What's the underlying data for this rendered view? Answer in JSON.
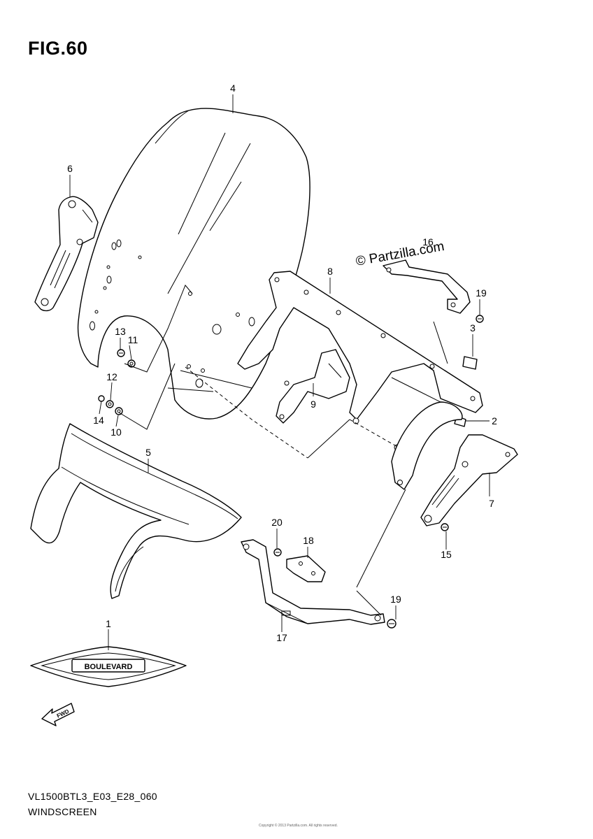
{
  "figure": {
    "title": "FIG.60",
    "model_code": "VL1500BTL3_E03_E28_060",
    "section_name": "WINDSCREEN",
    "watermark": "© Partzilla.com",
    "emblem_text": "BOULEVARD",
    "fwd_label": "FWD",
    "footer_note": "Copyright © 2013 Partzilla.com. All rights reserved."
  },
  "callouts": [
    {
      "id": "c1",
      "label": "1"
    },
    {
      "id": "c2",
      "label": "2"
    },
    {
      "id": "c3",
      "label": "3"
    },
    {
      "id": "c4",
      "label": "4"
    },
    {
      "id": "c5",
      "label": "5"
    },
    {
      "id": "c6",
      "label": "6"
    },
    {
      "id": "c7",
      "label": "7"
    },
    {
      "id": "c8",
      "label": "8"
    },
    {
      "id": "c9",
      "label": "9"
    },
    {
      "id": "c10",
      "label": "10"
    },
    {
      "id": "c11",
      "label": "11"
    },
    {
      "id": "c12",
      "label": "12"
    },
    {
      "id": "c13",
      "label": "13"
    },
    {
      "id": "c14",
      "label": "14"
    },
    {
      "id": "c15",
      "label": "15"
    },
    {
      "id": "c16",
      "label": "16"
    },
    {
      "id": "c17",
      "label": "17"
    },
    {
      "id": "c18",
      "label": "18"
    },
    {
      "id": "c19a",
      "label": "19"
    },
    {
      "id": "c19b",
      "label": "19"
    },
    {
      "id": "c20",
      "label": "20"
    }
  ]
}
